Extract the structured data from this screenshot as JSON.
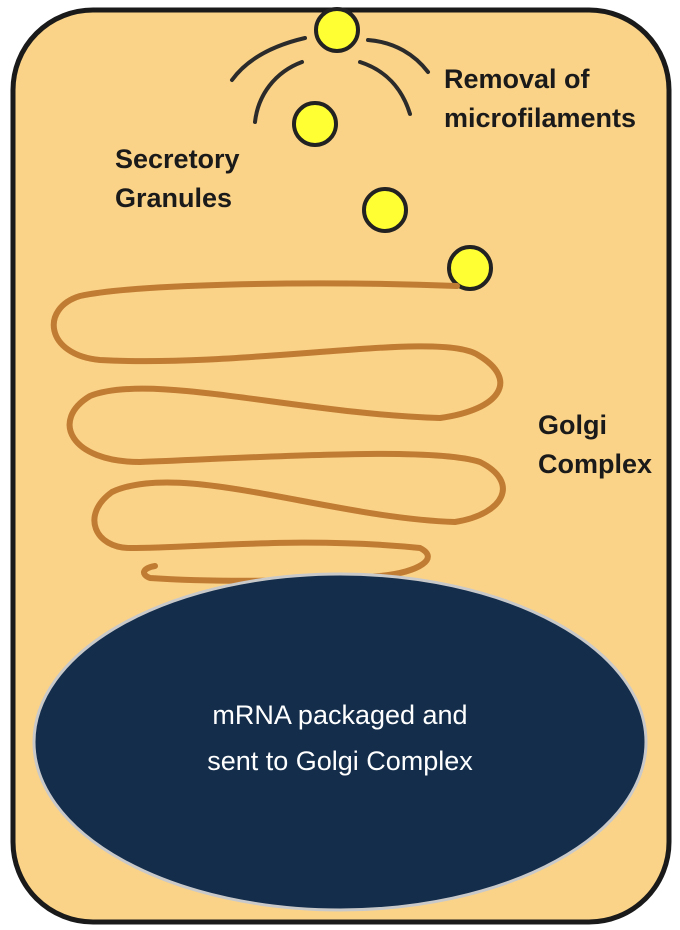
{
  "labels": {
    "removal_line1": "Removal of",
    "removal_line2": "microfilaments",
    "granules_line1": "Secretory",
    "granules_line2": "Granules",
    "golgi_line1": "Golgi",
    "golgi_line2": "Complex",
    "nucleus_line1": "mRNA packaged and",
    "nucleus_line2": "sent to Golgi Complex"
  },
  "colors": {
    "cytoplasm": "#fbd388",
    "membrane": "#1a1a1a",
    "golgi": "#c07c33",
    "granule": "#ffff33",
    "nucleus": "#132d4b",
    "nucleus_text": "#ffffff"
  },
  "icons": {
    "granule": "yellow-circle",
    "golgi": "coiled-line",
    "microfilament": "curved-line"
  }
}
